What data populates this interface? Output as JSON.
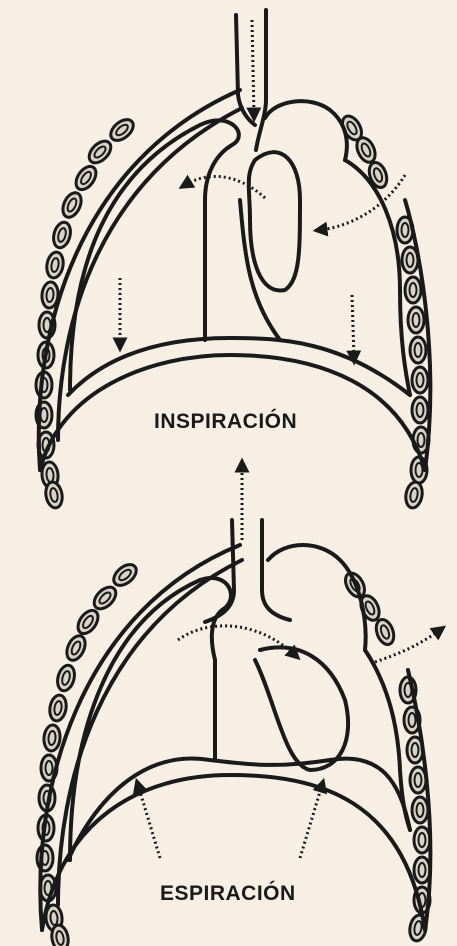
{
  "labels": {
    "inspiration": "INSPIRACIÓN",
    "expiration": "ESPIRACIÓN"
  },
  "colors": {
    "background": "#f7efe4",
    "ink": "#1a1a1a",
    "rib_fill": "#d9d2c6"
  },
  "panels": [
    {
      "phase": "inspiration",
      "diaphragm": "flattened, moving down",
      "airflow": "into lungs through trachea"
    },
    {
      "phase": "expiration",
      "diaphragm": "domed, moving up",
      "airflow": "out of lungs through trachea"
    }
  ]
}
